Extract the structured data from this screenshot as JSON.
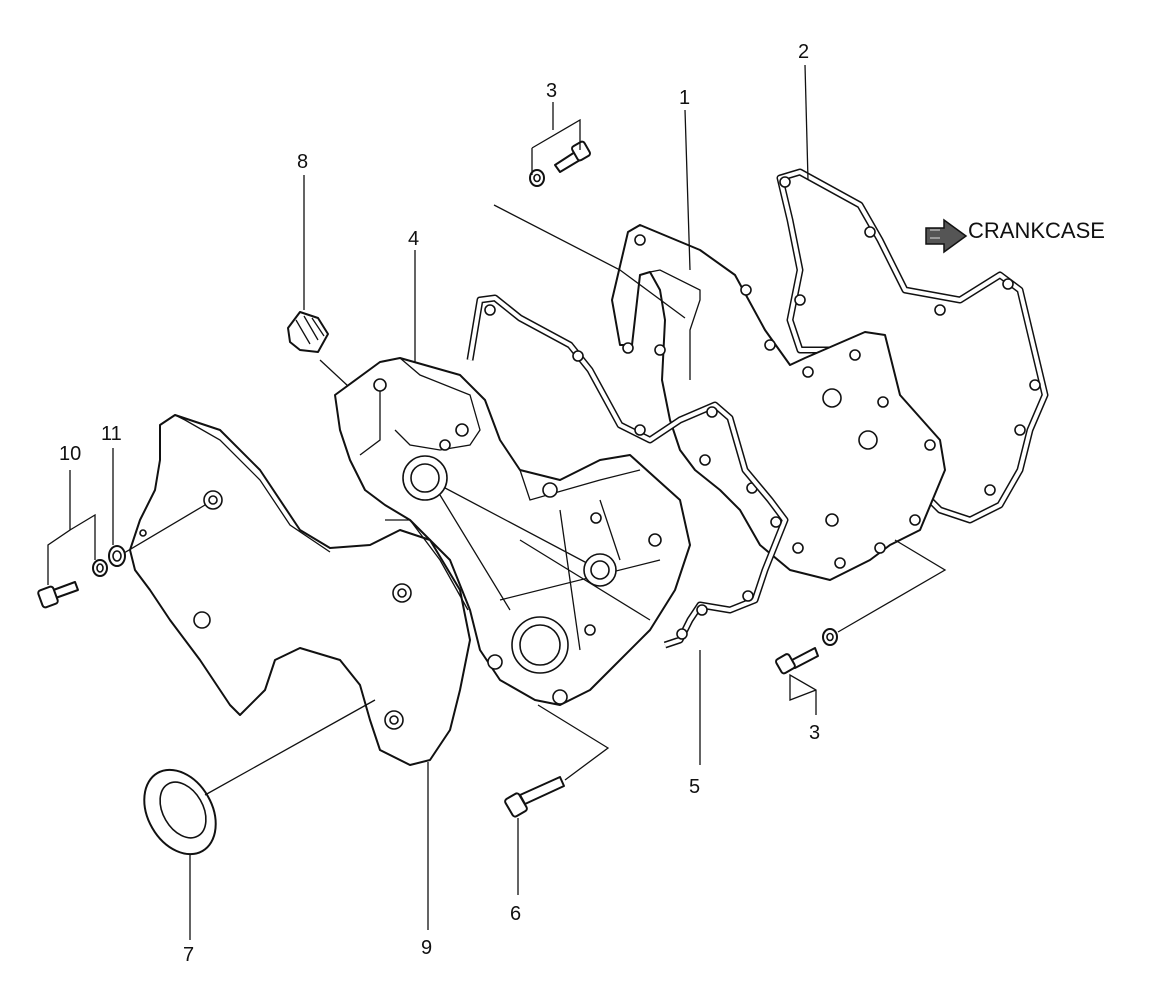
{
  "callouts": [
    {
      "id": "1",
      "text": "1"
    },
    {
      "id": "2",
      "text": "2"
    },
    {
      "id": "3a",
      "text": "3"
    },
    {
      "id": "3b",
      "text": "3"
    },
    {
      "id": "4",
      "text": "4"
    },
    {
      "id": "5",
      "text": "5"
    },
    {
      "id": "6",
      "text": "6"
    },
    {
      "id": "7",
      "text": "7"
    },
    {
      "id": "8",
      "text": "8"
    },
    {
      "id": "9",
      "text": "9"
    },
    {
      "id": "10",
      "text": "10"
    },
    {
      "id": "11",
      "text": "11"
    }
  ],
  "crankcase_label": "CRANKCASE",
  "arrow_icon": "direction-arrow-icon"
}
